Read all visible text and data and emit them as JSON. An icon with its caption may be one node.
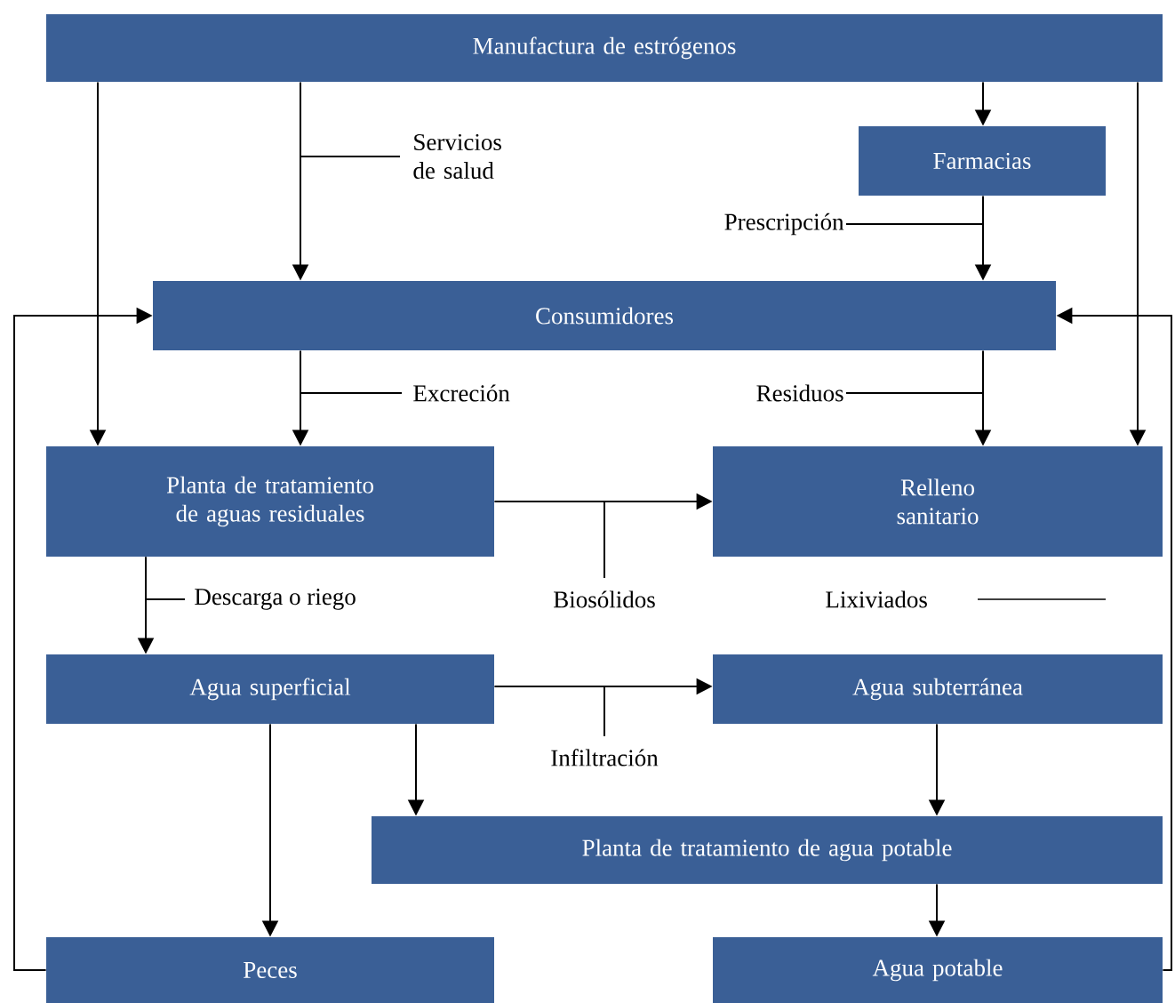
{
  "diagram": {
    "nodes": [
      {
        "text": [
          "Manufactura de estrógenos"
        ]
      },
      {
        "text": [
          "Farmacias"
        ]
      },
      {
        "text": [
          "Consumidores"
        ]
      },
      {
        "text": [
          "Planta de tratamiento de aguas residuales"
        ]
      },
      {
        "text": [
          "Relleno sanitario"
        ]
      },
      {
        "text": [
          "Agua superficial"
        ]
      },
      {
        "text": [
          "Agua subterránea"
        ]
      },
      {
        "text": [
          "Planta de tratamiento de agua potable"
        ]
      },
      {
        "text": [
          "Peces"
        ]
      },
      {
        "text": [
          "Agua potable"
        ]
      }
    ],
    "edges": [
      {
        "from": 0,
        "to": 1,
        "arrow": "to"
      },
      {
        "from": 0,
        "to": 2,
        "arrow": "to",
        "label": "Servicios de salud"
      },
      {
        "from": 0,
        "to": 3,
        "arrow": "to"
      },
      {
        "from": 0,
        "to": 4,
        "arrow": "to"
      },
      {
        "from": 1,
        "to": 2,
        "arrow": "to",
        "label": "Prescripción"
      },
      {
        "from": 2,
        "to": 3,
        "arrow": "to",
        "label": "Excreción"
      },
      {
        "from": 2,
        "to": 4,
        "arrow": "to",
        "label": "Residuos"
      },
      {
        "from": 3,
        "to": 4,
        "arrow": "to",
        "label": "Biosólidos"
      },
      {
        "from": 3,
        "to": 5,
        "arrow": "to",
        "label": "Descarga o riego"
      },
      {
        "from": 5,
        "to": 6,
        "arrow": "to",
        "label": "Infiltración"
      },
      {
        "from": 5,
        "to": 7,
        "arrow": "to"
      },
      {
        "from": 5,
        "to": 8,
        "arrow": "to"
      },
      {
        "from": 6,
        "to": 7,
        "arrow": "to"
      },
      {
        "from": 7,
        "to": 9,
        "arrow": "to"
      },
      {
        "from": 8,
        "to": 2,
        "arrow": "to"
      },
      {
        "from": 9,
        "to": 2,
        "arrow": "to"
      }
    ],
    "labels": [
      "Lixiviados"
    ]
  }
}
